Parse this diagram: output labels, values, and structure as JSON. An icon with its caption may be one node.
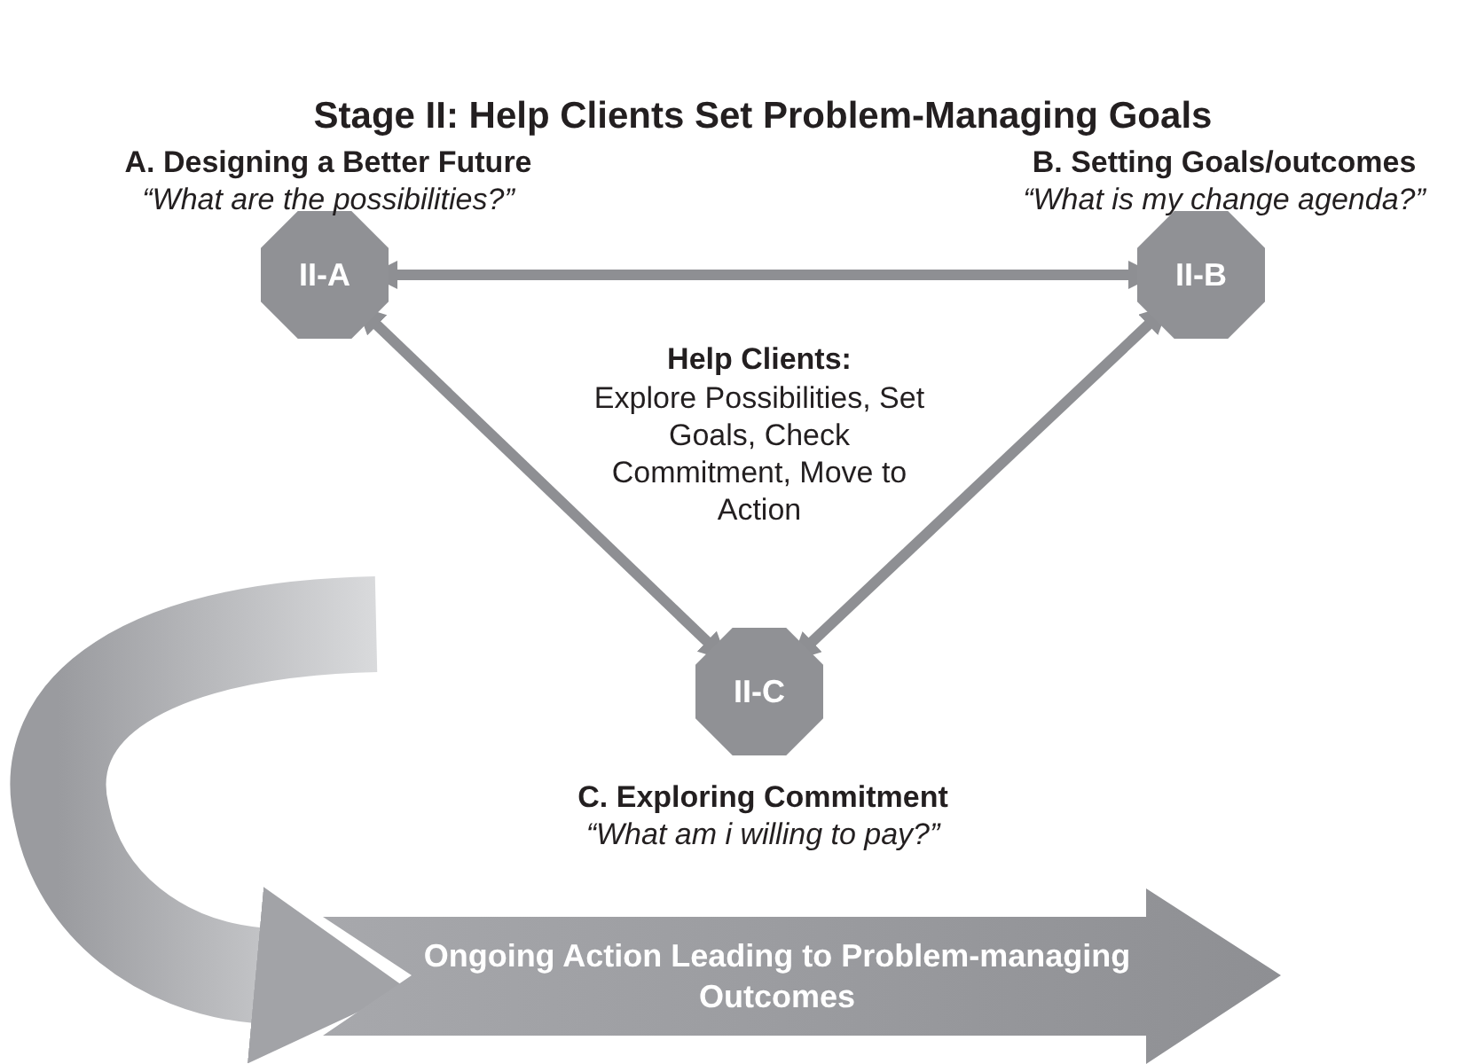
{
  "diagram": {
    "title": "Stage II: Help Clients Set Problem-Managing Goals",
    "nodes": [
      {
        "text": [
          "II-A"
        ],
        "beside": [
          "A. Designing a Better Future",
          "“What are the possibilities?”"
        ]
      },
      {
        "text": [
          "II-B"
        ],
        "beside": [
          "B. Setting Goals/outcomes",
          "“What is my change agenda?”"
        ]
      },
      {
        "text": [
          "II-C"
        ],
        "beside": [
          "C. Exploring Commitment",
          "“What am i willing to pay?”"
        ]
      },
      {
        "text": [
          "Ongoing Action Leading to Problem-managing Outcomes"
        ]
      }
    ],
    "edges": [
      {
        "from": 0,
        "to": 1,
        "arrow": "both"
      },
      {
        "from": 0,
        "to": 2,
        "arrow": "both"
      },
      {
        "from": 1,
        "to": 2,
        "arrow": "both"
      },
      {
        "from": null,
        "to": 3,
        "arrow": "to",
        "style": "thick"
      }
    ],
    "labels": [
      "Help Clients:",
      "Explore Possibilities, Set Goals, Check Commitment, Move to Action"
    ]
  }
}
